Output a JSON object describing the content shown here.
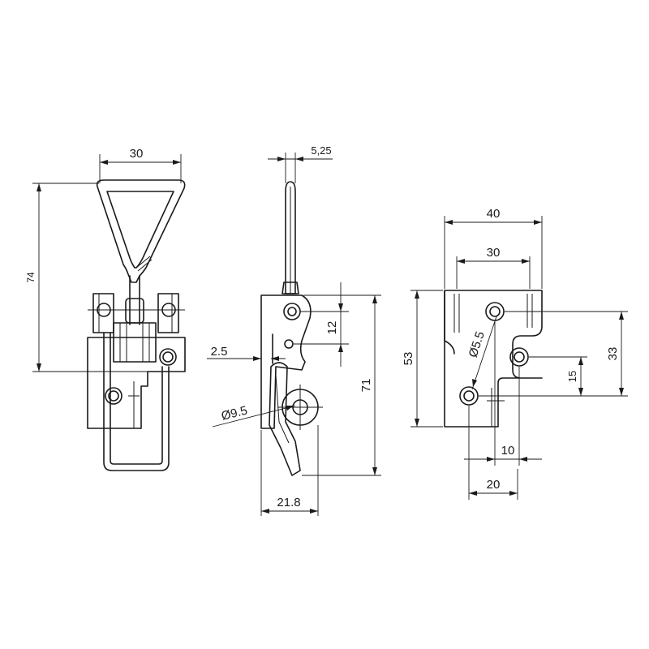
{
  "views": {
    "front": {
      "dim_width": "30",
      "dim_height": "74"
    },
    "side": {
      "dim_wire": "5,25",
      "dim_offset": "2.5",
      "dim_pivot": "12",
      "dim_bore": "Ø9.5",
      "dim_height": "71",
      "dim_depth": "21.8"
    },
    "plate": {
      "dim_outer_width": "40",
      "dim_hole_span": "30",
      "dim_height": "53",
      "dim_hole_diameter": "Ø5.5",
      "dim_hole_vertical": "33",
      "dim_step": "15",
      "dim_offset": "10",
      "dim_spacing": "20"
    }
  }
}
